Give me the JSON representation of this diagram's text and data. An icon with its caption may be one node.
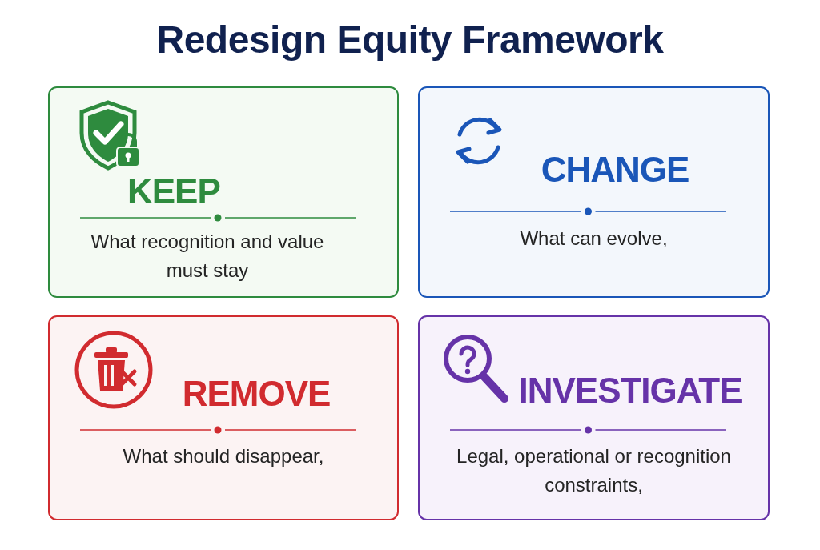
{
  "diagram": {
    "title": "Redesign Equity Framework",
    "nodes": [
      {
        "text": [
          "KEEP",
          "What recognition and value must stay"
        ]
      },
      {
        "text": [
          "CHANGE",
          "What can evolve,"
        ]
      },
      {
        "text": [
          "REMOVE",
          "What should disappear,"
        ]
      },
      {
        "text": [
          "INVESTIGATE",
          "Legal, operational or recognition constraints,"
        ]
      }
    ]
  }
}
